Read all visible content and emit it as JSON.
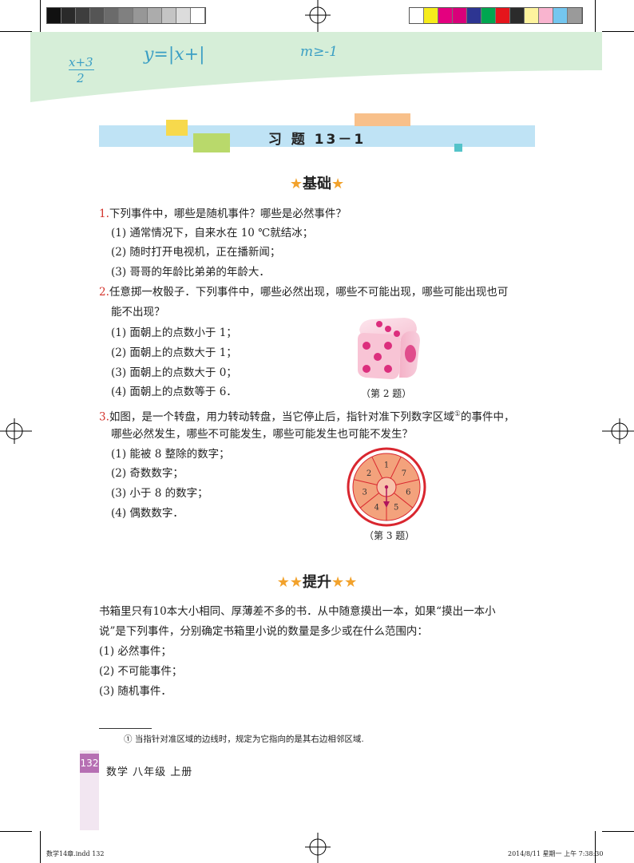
{
  "color_bars": {
    "gray": [
      "#111111",
      "#2a2a2a",
      "#3e3e3e",
      "#555555",
      "#6b6b6b",
      "#808080",
      "#979797",
      "#acacac",
      "#c4c4c4",
      "#dcdcdc",
      "#ffffff"
    ],
    "color": [
      "#ffffff",
      "#f6ec1c",
      "#e4007f",
      "#d8007a",
      "#2d3592",
      "#00a650",
      "#e5151c",
      "#2b2b2b",
      "#fef39e",
      "#f9b4cf",
      "#74c6ef",
      "#9a9a9a"
    ]
  },
  "header": {
    "formula_1": "x+3",
    "formula_1_den": "2",
    "formula_2": "y=|x+|",
    "formula_3": "m≥-1"
  },
  "title": "习  题  13－1",
  "section_basic": {
    "stars_left": "★",
    "label": "基础",
    "stars_right": "★"
  },
  "q1": {
    "num": "1.",
    "stem": "下列事件中，哪些是随机事件？哪些是必然事件？",
    "items": [
      "(1) 通常情况下，自来水在 10 ℃就结冰；",
      "(2) 随时打开电视机，正在播新闻；",
      "(3) 哥哥的年龄比弟弟的年龄大．"
    ]
  },
  "q2": {
    "num": "2.",
    "stem_line1": "任意掷一枚骰子．下列事件中，哪些必然出现，哪些不可能出现，哪些可能出现也可",
    "stem_line2": "能不出现？",
    "items": [
      "(1) 面朝上的点数小于 1；",
      "(2) 面朝上的点数大于 1；",
      "(3) 面朝上的点数大于 0；",
      "(4) 面朝上的点数等于 6．"
    ],
    "caption": "（第 2 题）"
  },
  "q3": {
    "num": "3.",
    "stem_line1": "如图，是一个转盘，用力转动转盘，当它停止后，指针对准下列数字区域",
    "footnote_mark": "①",
    "stem_line1_end": "的事件中，",
    "stem_line2": "哪些必然发生，哪些不可能发生，哪些可能发生也可能不发生？",
    "items": [
      "(1) 能被 8 整除的数字；",
      "(2) 奇数数字；",
      "(3) 小于 8 的数字；",
      "(4) 偶数数字．"
    ],
    "spinner_numbers": [
      "1",
      "7",
      "6",
      "5",
      "4",
      "3",
      "2"
    ],
    "caption": "（第 3 题）"
  },
  "section_advanced": {
    "stars_left": "★★",
    "label": "提升",
    "stars_right": "★★"
  },
  "q4": {
    "line1": "书箱里只有10本大小相同、厚薄差不多的书．从中随意摸出一本，如果“摸出一本小",
    "line2": "说”是下列事件，分别确定书箱里小说的数量是多少或在什么范围内：",
    "items": [
      "(1) 必然事件；",
      "(2) 不可能事件；",
      "(3) 随机事件．"
    ]
  },
  "footnote": "① 当指针对准区域的边线时，规定为它指向的是其右边相邻区域.",
  "footer": {
    "page_number": "132",
    "book_title": "数学  八年级  上册",
    "file_name": "数学14章.indd   132",
    "timestamp": "2014/8/11 星期一  上午 7:38:30"
  }
}
